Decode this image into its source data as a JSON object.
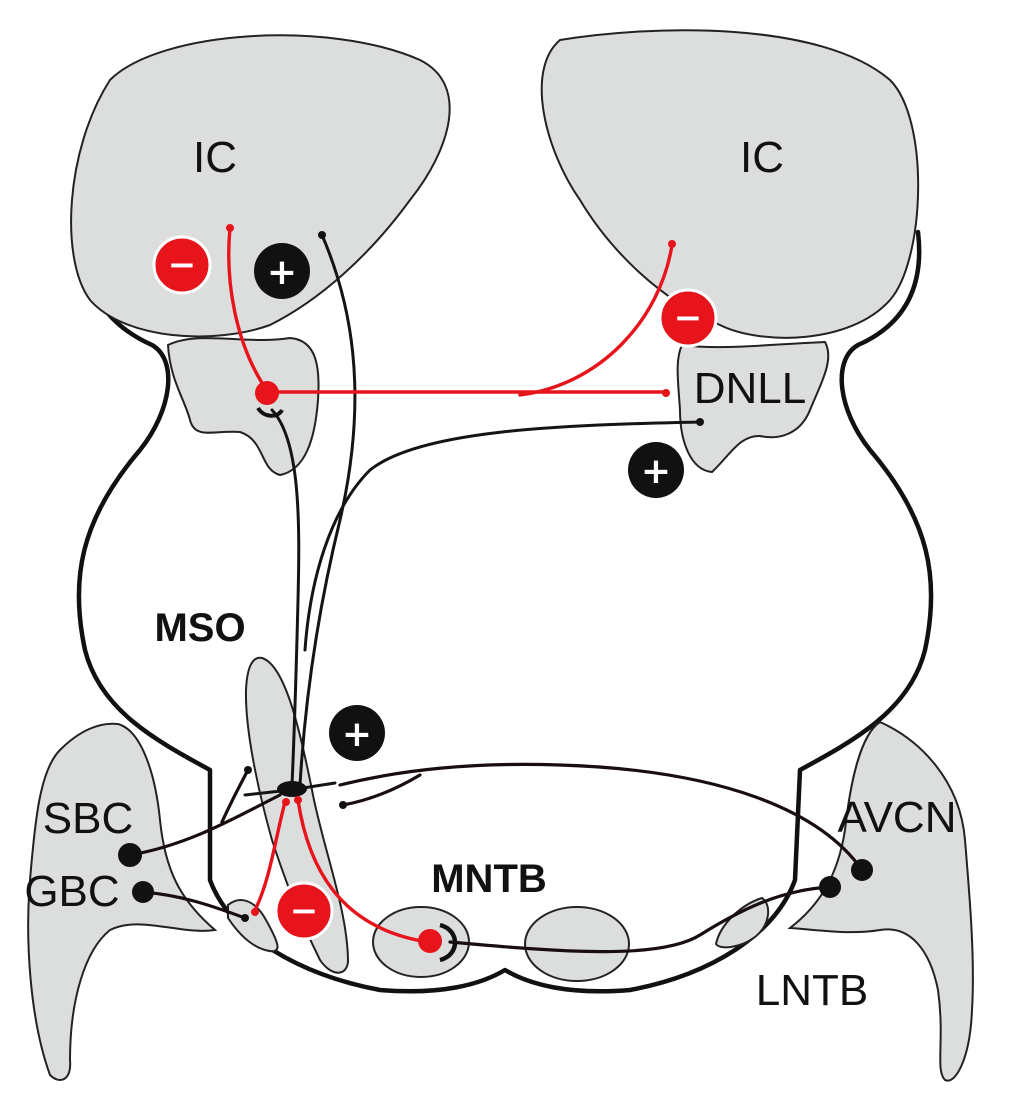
{
  "labels": {
    "ic_left": "IC",
    "ic_right": "IC",
    "dnll": "DNLL",
    "mso": "MSO",
    "sbc": "SBC",
    "gbc": "GBC",
    "avcn": "AVCN",
    "mntb": "MNTB",
    "lntb": "LNTB"
  },
  "signs": {
    "excitatory": "+",
    "inhibitory": "−"
  },
  "colors": {
    "region_fill": "#dcdedd",
    "inhibitory": "#e8141b",
    "excitatory": "#111111",
    "outline": "#111111"
  }
}
